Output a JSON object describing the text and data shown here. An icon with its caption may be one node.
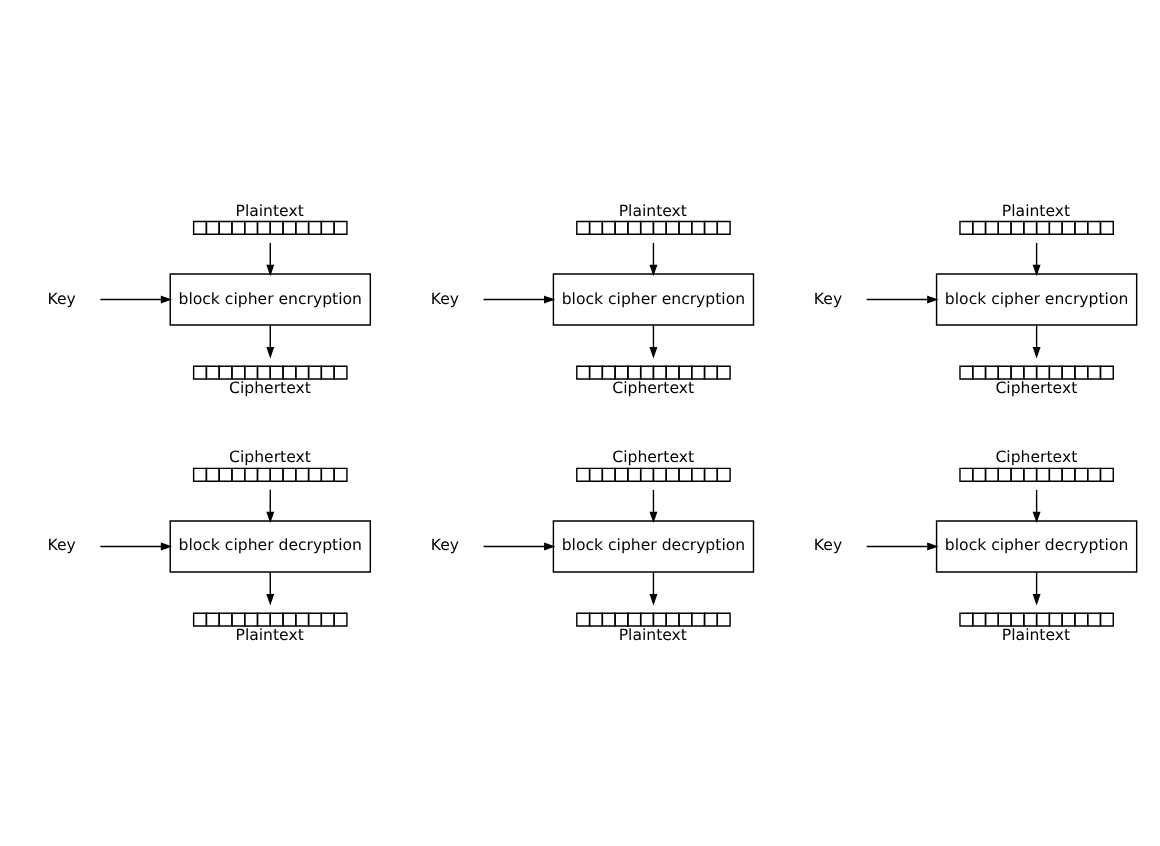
{
  "diagram": {
    "nodes": [
      {
        "text": [
          "Plaintext"
        ]
      },
      {
        "text": [
          "Key"
        ]
      },
      {
        "text": [
          "block cipher encryption"
        ]
      },
      {
        "text": [
          "Ciphertext"
        ]
      },
      {
        "text": [
          "Plaintext"
        ]
      },
      {
        "text": [
          "Key"
        ]
      },
      {
        "text": [
          "block cipher encryption"
        ]
      },
      {
        "text": [
          "Ciphertext"
        ]
      },
      {
        "text": [
          "Plaintext"
        ]
      },
      {
        "text": [
          "Key"
        ]
      },
      {
        "text": [
          "block cipher encryption"
        ]
      },
      {
        "text": [
          "Ciphertext"
        ]
      },
      {
        "text": [
          "Ciphertext"
        ]
      },
      {
        "text": [
          "Key"
        ]
      },
      {
        "text": [
          "block cipher decryption"
        ]
      },
      {
        "text": [
          "Plaintext"
        ]
      },
      {
        "text": [
          "Ciphertext"
        ]
      },
      {
        "text": [
          "Key"
        ]
      },
      {
        "text": [
          "block cipher decryption"
        ]
      },
      {
        "text": [
          "Plaintext"
        ]
      },
      {
        "text": [
          "Ciphertext"
        ]
      },
      {
        "text": [
          "Key"
        ]
      },
      {
        "text": [
          "block cipher decryption"
        ]
      },
      {
        "text": [
          "Plaintext"
        ]
      }
    ],
    "edges": [
      {
        "from": 0,
        "to": 2,
        "arrow": "to"
      },
      {
        "from": 1,
        "to": 2,
        "arrow": "to"
      },
      {
        "from": 2,
        "to": 3,
        "arrow": "to"
      },
      {
        "from": 4,
        "to": 6,
        "arrow": "to"
      },
      {
        "from": 5,
        "to": 6,
        "arrow": "to"
      },
      {
        "from": 6,
        "to": 7,
        "arrow": "to"
      },
      {
        "from": 8,
        "to": 10,
        "arrow": "to"
      },
      {
        "from": 9,
        "to": 10,
        "arrow": "to"
      },
      {
        "from": 10,
        "to": 11,
        "arrow": "to"
      },
      {
        "from": 12,
        "to": 14,
        "arrow": "to"
      },
      {
        "from": 13,
        "to": 14,
        "arrow": "to"
      },
      {
        "from": 14,
        "to": 15,
        "arrow": "to"
      },
      {
        "from": 16,
        "to": 18,
        "arrow": "to"
      },
      {
        "from": 17,
        "to": 18,
        "arrow": "to"
      },
      {
        "from": 18,
        "to": 19,
        "arrow": "to"
      },
      {
        "from": 20,
        "to": 22,
        "arrow": "to"
      },
      {
        "from": 21,
        "to": 22,
        "arrow": "to"
      },
      {
        "from": 22,
        "to": 23,
        "arrow": "to"
      }
    ]
  }
}
